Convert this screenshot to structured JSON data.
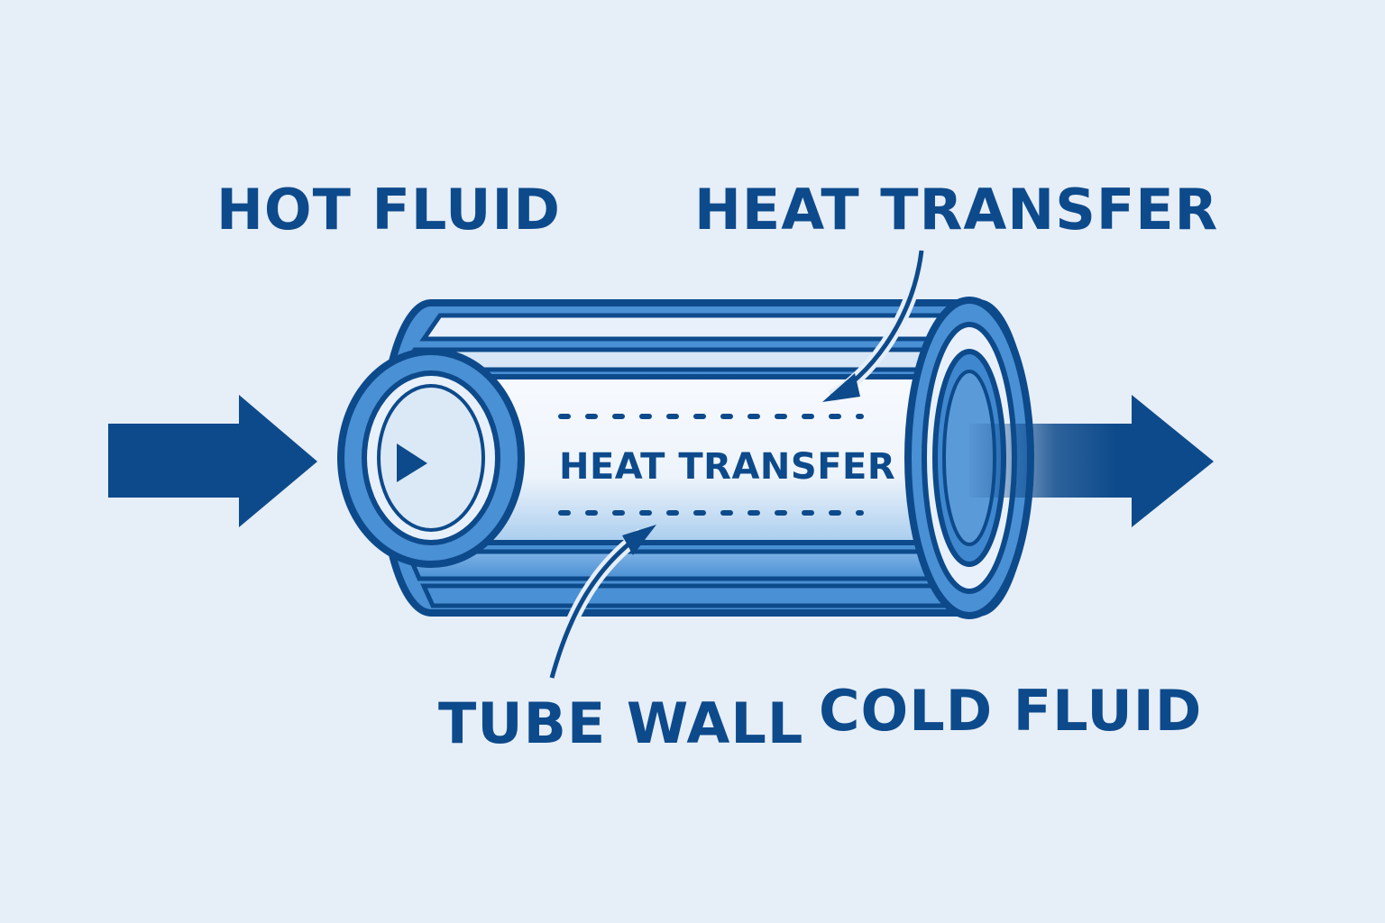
{
  "labels": {
    "hot_fluid": "HOT FLUID",
    "heat_transfer_top": "HEAT TRANSFER",
    "heat_transfer_inner": "HEAT TRANSFER",
    "tube_wall": "TUBE WALL",
    "cold_fluid": "COLD FLUID"
  },
  "colors": {
    "background": "#e6eef8",
    "primary_dark": "#0d4a8b",
    "tube_blue": "#4a90d4",
    "tube_light": "#8fbde8",
    "tube_inner": "#f3f7fc"
  },
  "icons": {
    "inlet_arrow": "arrow-right-icon",
    "outlet_arrow": "arrow-right-icon",
    "flow_direction": "play-triangle-icon"
  }
}
